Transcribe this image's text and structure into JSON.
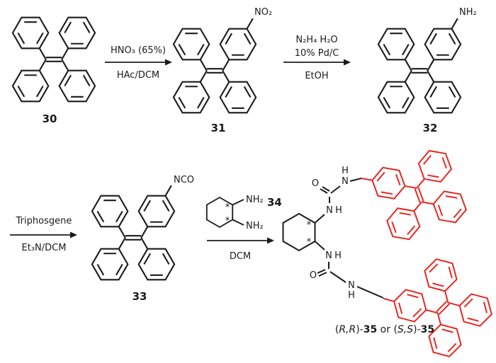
{
  "colors": {
    "ink": "#1b1b1b",
    "red": "#e8231c",
    "bg": "#ffffff"
  },
  "arrows": {
    "step1": {
      "above": "HNO₃ (65%)",
      "below": "HAc/DCM"
    },
    "step2": {
      "above1": "N₂H₄ H₂O",
      "above2": "10% Pd/C",
      "below": "EtOH"
    },
    "step3": {
      "above": "Triphosgene",
      "below": "Et₃N/DCM"
    },
    "step4": {
      "below": "DCM"
    }
  },
  "compounds": {
    "c30": {
      "number": "30"
    },
    "c31": {
      "number": "31",
      "substituent": "NO₂"
    },
    "c32": {
      "number": "32",
      "substituent": "NH₂"
    },
    "c33": {
      "number": "33",
      "substituent": "NCO"
    },
    "c34": {
      "number": "34",
      "amine_top": "NH₂",
      "amine_bottom": "NH₂"
    },
    "c35": {
      "label": {
        "open1": "(",
        "rr": "R,R",
        "close1": ")-",
        "num1": "35",
        "mid": " or (",
        "ss": "S,S",
        "close2": ")-",
        "num2": "35"
      }
    }
  },
  "atoms": {
    "N": "N",
    "H": "H",
    "O": "O",
    "asterisk": "*"
  }
}
